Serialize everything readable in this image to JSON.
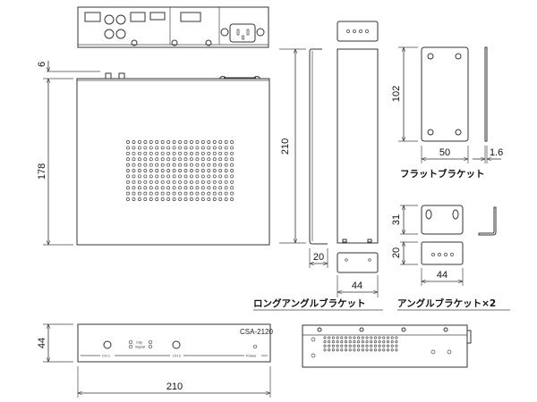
{
  "front_panel": {
    "model": "CSA-2120",
    "ch1": "CH 1",
    "ch2": "CH 2",
    "clip": "Clip",
    "signal": "Signal",
    "power": "Power"
  },
  "dimensions": {
    "top_offset": "6",
    "depth": "178",
    "height": "44",
    "width": "210",
    "long_bracket_length": "210",
    "long_bracket_flange": "20",
    "long_bracket_width": "44",
    "flat_bracket_height": "102",
    "flat_bracket_width": "50",
    "flat_bracket_thickness": "1.6",
    "angle_bracket_height": "31",
    "angle_bracket_flange": "20",
    "angle_bracket_width": "44"
  },
  "labels": {
    "long_angle_bracket": "ロングアングルブラケット",
    "flat_bracket": "フラットブラケット",
    "angle_bracket_x2": "アングルブラケット×2"
  },
  "grille": {
    "columns": 19,
    "rows": 11
  }
}
